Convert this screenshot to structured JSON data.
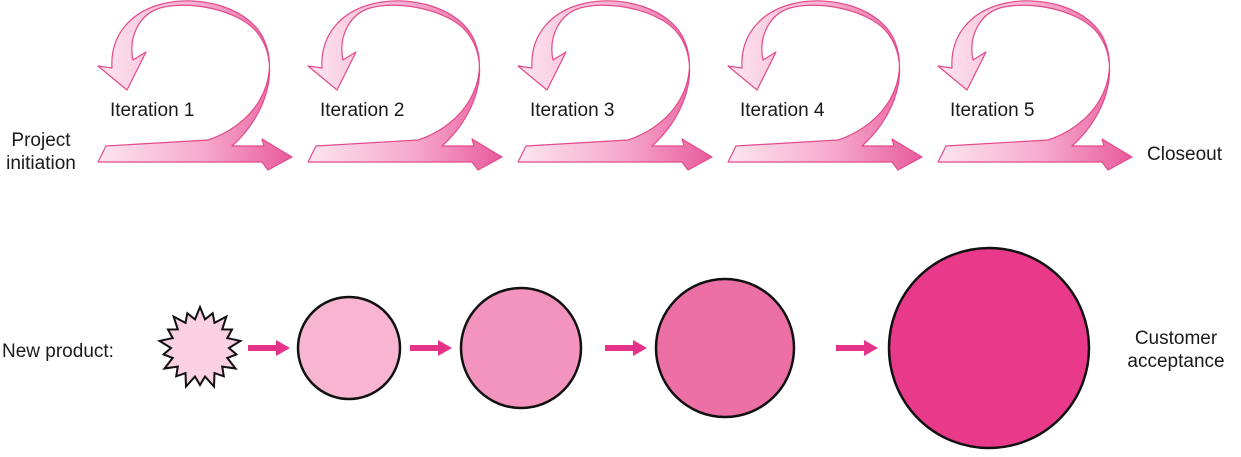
{
  "timeline": {
    "start_label": [
      "Project",
      "initiation"
    ],
    "end_label": "Closeout",
    "iterations": [
      "Iteration 1",
      "Iteration 2",
      "Iteration 3",
      "Iteration 4",
      "Iteration 5"
    ]
  },
  "product": {
    "start_label": "New product:",
    "end_label": [
      "Customer",
      "acceptance"
    ]
  },
  "colors": {
    "loop_fill_light": "#fbd9e8",
    "loop_fill_dark": "#e9609f",
    "loop_stroke": "#e24a8c",
    "connector_arrow": "#e6338a",
    "starburst_fill": "#fbd0e2",
    "circle_fills": [
      "#f7b5d2",
      "#f294bd",
      "#ec6fa6",
      "#e8398b"
    ],
    "outline": "#111111"
  }
}
